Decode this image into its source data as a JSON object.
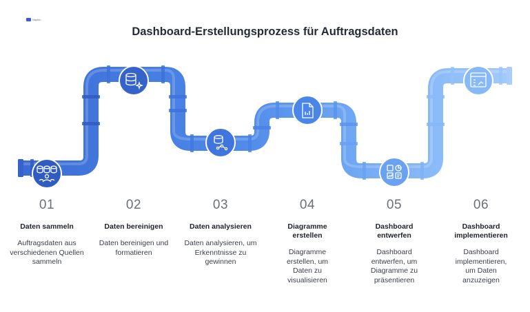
{
  "logo": {
    "text": "Napkin"
  },
  "title": "Dashboard-Erstellungsprozess für Auftragsdaten",
  "icons": [
    "database-people-icon",
    "database-sparkle-icon",
    "database-network-icon",
    "document-chart-icon",
    "dashboard-widgets-icon",
    "browser-workflow-icon"
  ],
  "colors": {
    "dark": "#3a6bd6",
    "mid": "#4a86e8",
    "light": "#7ab0f5",
    "lighter": "#9cc6fb"
  },
  "steps": [
    {
      "num": "01",
      "head": "Daten sammeln",
      "desc": "Auftragsdaten aus verschiedenen Quellen sammeln"
    },
    {
      "num": "02",
      "head": "Daten bereinigen",
      "desc": "Daten bereinigen und formatieren"
    },
    {
      "num": "03",
      "head": "Daten analysieren",
      "desc": "Daten analysieren, um Erkenntnisse zu gewinnen"
    },
    {
      "num": "04",
      "head": "Diagramme erstellen",
      "desc": "Diagramme erstellen, um Daten zu visualisieren"
    },
    {
      "num": "05",
      "head": "Dashboard entwerfen",
      "desc": "Dashboard entwerfen, um Diagramme zu präsentieren"
    },
    {
      "num": "06",
      "head": "Dashboard implementieren",
      "desc": "Dashboard implementieren, um Daten anzuzeigen"
    }
  ]
}
